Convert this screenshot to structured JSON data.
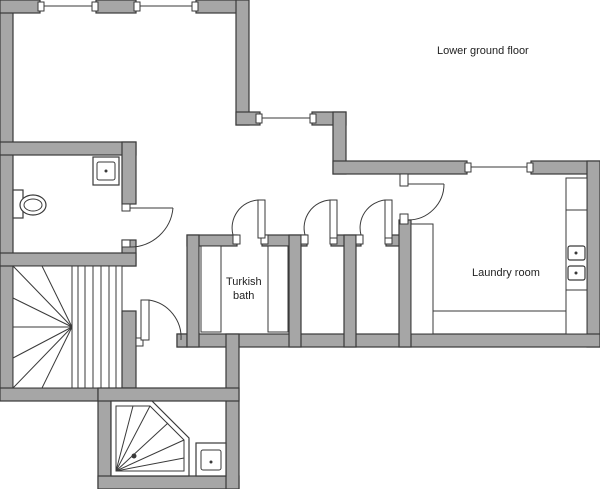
{
  "floor_title": "Lower ground floor",
  "rooms": {
    "turkish_bath_line1": "Turkish",
    "turkish_bath_line2": "bath",
    "laundry": "Laundry room"
  }
}
